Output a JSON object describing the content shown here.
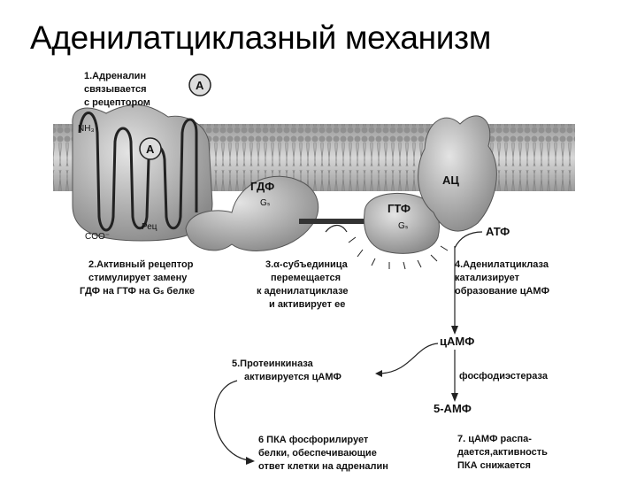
{
  "title": "Аденилатциклазный механизм",
  "diagram": {
    "step1": [
      "1.Адреналин",
      "связывается",
      "с рецептором"
    ],
    "a_label": "A",
    "nh3": "NH₃",
    "cooc": "COO⁻",
    "rec": "Рец",
    "gdp": "ГДФ",
    "gs": "Gₛ",
    "gtp": "ГТФ",
    "ac": "АЦ",
    "atp": "АТФ",
    "step2": [
      "2.Активный рецептор",
      "стимулирует замену",
      "ГДФ на ГТФ на Gₛ белке"
    ],
    "step3": [
      "3.α-субъединица",
      "перемещается",
      "к аденилатциклазе",
      "и активирует ее"
    ],
    "step4": [
      "4.Аденилатциклаза",
      "катализирует",
      "образование цАМФ"
    ],
    "camp": "цАМФ",
    "pde": "фосфодиэстераза",
    "amp5": "5-АМФ",
    "step5": [
      "5.Протеинкиназа",
      "активируется цАМФ"
    ],
    "step6": [
      "6 ПКА фосфорилирует",
      "белки, обеспечивающие",
      "ответ клетки на адреналин"
    ],
    "step7": [
      "7. цАМФ распа-",
      "дается,активность",
      "ПКА снижается"
    ]
  }
}
